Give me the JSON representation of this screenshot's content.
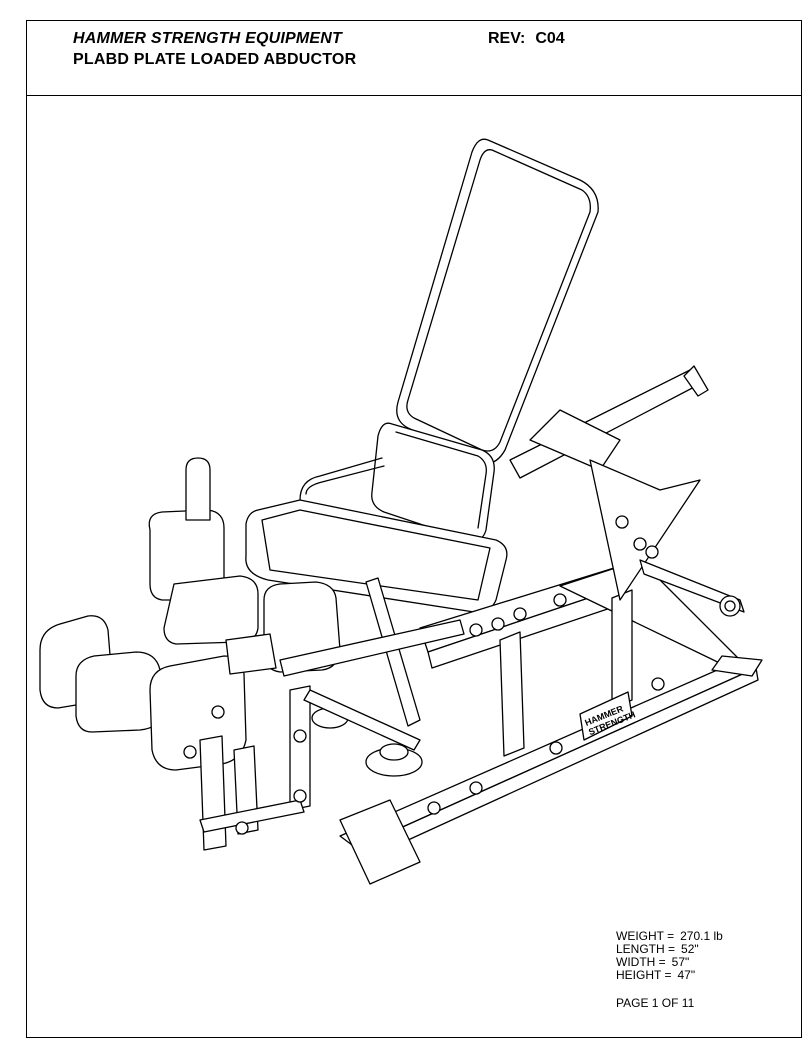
{
  "header": {
    "brand": "HAMMER STRENGTH EQUIPMENT",
    "model": "PLABD PLATE LOADED ABDUCTOR",
    "rev_label": "REV:",
    "rev_value": "C04"
  },
  "logo": {
    "line1": "HAMMER",
    "line2": "STRENGTH"
  },
  "specs": [
    {
      "label": "WEIGHT =",
      "value": "270.1 lb"
    },
    {
      "label": "LENGTH =",
      "value": "52\""
    },
    {
      "label": "WIDTH =",
      "value": "57\""
    },
    {
      "label": "HEIGHT =",
      "value": "47\""
    }
  ],
  "page": "PAGE 1 OF 11"
}
